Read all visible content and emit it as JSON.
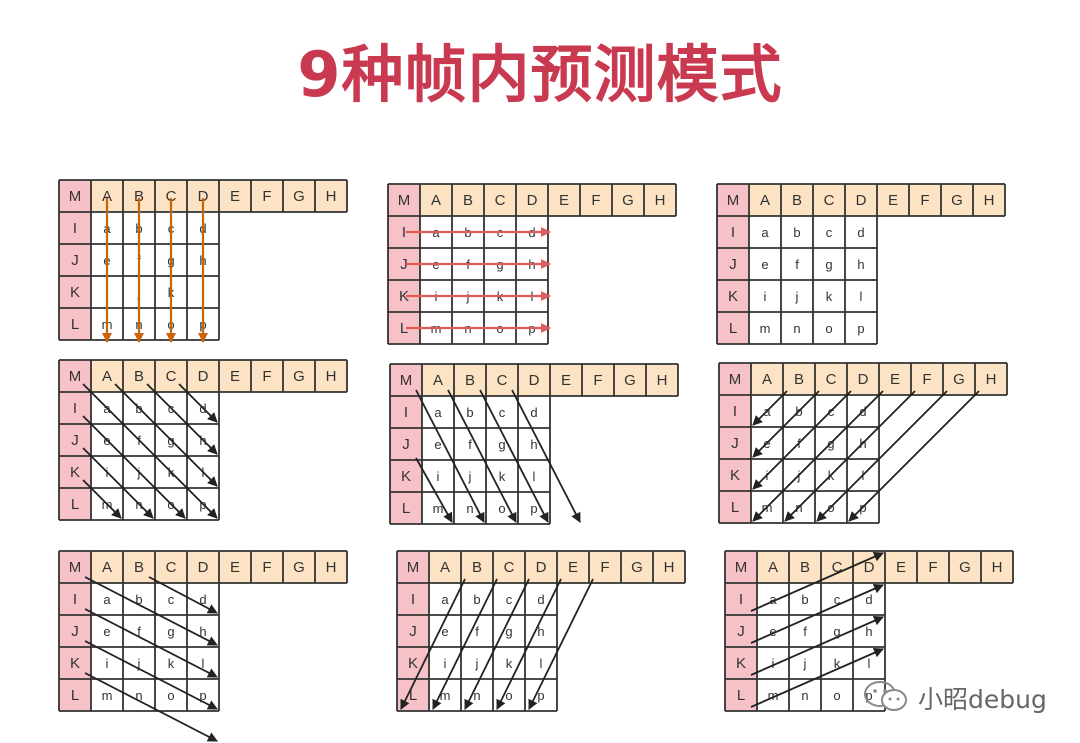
{
  "title": "9种帧内预测模式",
  "top_labels": [
    "M",
    "A",
    "B",
    "C",
    "D",
    "E",
    "F",
    "G",
    "H"
  ],
  "left_labels": [
    "I",
    "J",
    "K",
    "L"
  ],
  "pixels": [
    [
      "a",
      "b",
      "c",
      "d"
    ],
    [
      "e",
      "f",
      "g",
      "h"
    ],
    [
      "i",
      "j",
      "k",
      "l"
    ],
    [
      "m",
      "n",
      "o",
      "p"
    ]
  ],
  "panels": [
    {
      "mode": "vertical",
      "arrow_color": "#c8650c"
    },
    {
      "mode": "horizontal",
      "arrow_color": "#e05a5a"
    },
    {
      "mode": "dc",
      "arrow_color": ""
    },
    {
      "mode": "diagonal-down-right",
      "arrow_color": "#222222"
    },
    {
      "mode": "vertical-right",
      "arrow_color": "#222222"
    },
    {
      "mode": "diagonal-down-left",
      "arrow_color": "#222222"
    },
    {
      "mode": "horizontal-down",
      "arrow_color": "#222222"
    },
    {
      "mode": "vertical-left",
      "arrow_color": "#222222"
    },
    {
      "mode": "horizontal-up",
      "arrow_color": "#222222"
    }
  ],
  "watermark": {
    "text": "小昭debug",
    "icon": "wechat-icon"
  }
}
